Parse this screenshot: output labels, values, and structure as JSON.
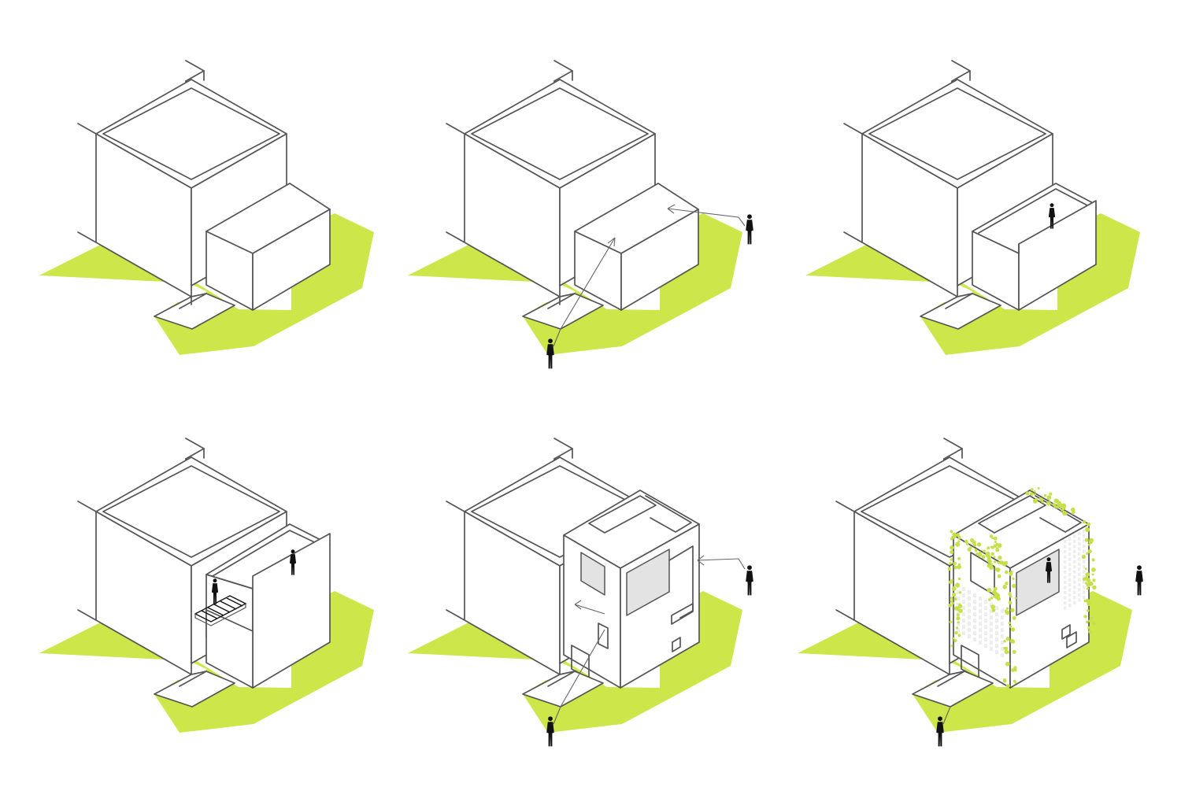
{
  "colors": {
    "ground": "#cde64a",
    "vine": "#c6e04a",
    "line": "#555555",
    "person": "#111111",
    "background": "#ffffff"
  },
  "diagram": {
    "panels": [
      {
        "id": "step-1",
        "ground": true,
        "annex": "closed-box",
        "arrows": false,
        "people": 0,
        "frame_facade": false,
        "vines": false
      },
      {
        "id": "step-2",
        "ground": true,
        "annex": "closed-box",
        "arrows": true,
        "people": 2,
        "frame_facade": false,
        "vines": false
      },
      {
        "id": "step-3",
        "ground": true,
        "annex": "open-roof-terrace",
        "arrows": false,
        "people": 1,
        "frame_facade": false,
        "vines": false
      },
      {
        "id": "step-4",
        "ground": true,
        "annex": "open-terrace-with-stairs",
        "arrows": false,
        "people": 2,
        "frame_facade": false,
        "vines": false
      },
      {
        "id": "step-5",
        "ground": true,
        "annex": "framed-volume-with-openings",
        "arrows": true,
        "people": 2,
        "frame_facade": true,
        "vines": false
      },
      {
        "id": "step-6",
        "ground": true,
        "annex": "framed-volume-with-perforated-screen",
        "arrows": false,
        "people": 3,
        "frame_facade": true,
        "vines": true
      }
    ]
  }
}
